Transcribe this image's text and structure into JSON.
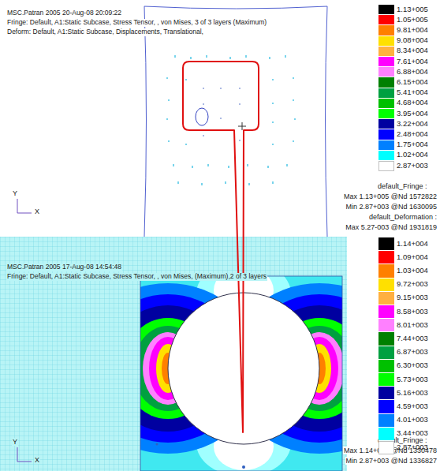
{
  "diagram": {
    "labels": [
      "MSC.Patran 2005 20-Aug-08 20:09:22",
      "Fringe: Default, A1:Static Subcase, Stress Tensor, , von Mises, 3 of 3 layers (Maximum)",
      "Deform: Default, A1:Static Subcase, Displacements, Translational,",
      "default_Fringe :",
      "Max 1.13+005 @Nd 1572822",
      "Min 2.87+003 @Nd 1630095",
      "default_Deformation :",
      "Max 5.27-003 @Nd 1931819",
      "Y",
      "X",
      "MSC.Patran 2005 17-Aug-08 14:54:48",
      "Fringe: Default, A1:Static Subcase, Stress Tensor, , von Mises, (Maximum),2 of 3 layers",
      "default_Fringe :",
      "Max 1.14+004 @Nd 1330478",
      "Min 2.87+003 @Nd 1336827",
      "Y",
      "X"
    ],
    "legend": [
      {
        "text": "1.13+005",
        "color": "#000000"
      },
      {
        "text": "1.05+005",
        "color": "#ff0000"
      },
      {
        "text": "9.81+004",
        "color": "#ff8000"
      },
      {
        "text": "9.08+004",
        "color": "#ffe000"
      },
      {
        "text": "8.34+004",
        "color": "#ffb040"
      },
      {
        "text": "7.61+004",
        "color": "#ff00ff"
      },
      {
        "text": "6.88+004",
        "color": "#ff80ff"
      },
      {
        "text": "6.15+004",
        "color": "#008000"
      },
      {
        "text": "5.41+004",
        "color": "#00a040"
      },
      {
        "text": "4.68+004",
        "color": "#00c000"
      },
      {
        "text": "3.95+004",
        "color": "#00ff00"
      },
      {
        "text": "3.22+004",
        "color": "#0000a0"
      },
      {
        "text": "2.48+004",
        "color": "#0000ff"
      },
      {
        "text": "1.75+004",
        "color": "#0080ff"
      },
      {
        "text": "1.02+004",
        "color": "#00ffff"
      },
      {
        "text": "2.87+003",
        "color": "#ffffff"
      },
      {
        "text": "1.14+004",
        "color": "#000000"
      },
      {
        "text": "1.09+004",
        "color": "#ff0000"
      },
      {
        "text": "1.03+004",
        "color": "#ff8000"
      },
      {
        "text": "9.72+003",
        "color": "#ffe000"
      },
      {
        "text": "9.15+003",
        "color": "#ffb040"
      },
      {
        "text": "8.58+003",
        "color": "#ff00ff"
      },
      {
        "text": "8.01+003",
        "color": "#ff80ff"
      },
      {
        "text": "7.44+003",
        "color": "#008000"
      },
      {
        "text": "6.87+003",
        "color": "#00a040"
      },
      {
        "text": "6.30+003",
        "color": "#00c000"
      },
      {
        "text": "5.73+003",
        "color": "#00ff00"
      },
      {
        "text": "5.16+003",
        "color": "#0000a0"
      },
      {
        "text": "4.59+003",
        "color": "#0000ff"
      },
      {
        "text": "4.01+003",
        "color": "#0080ff"
      },
      {
        "text": "3.44+003",
        "color": "#00ffff"
      },
      {
        "text": "2.87+003",
        "color": "#ffffff"
      }
    ]
  }
}
